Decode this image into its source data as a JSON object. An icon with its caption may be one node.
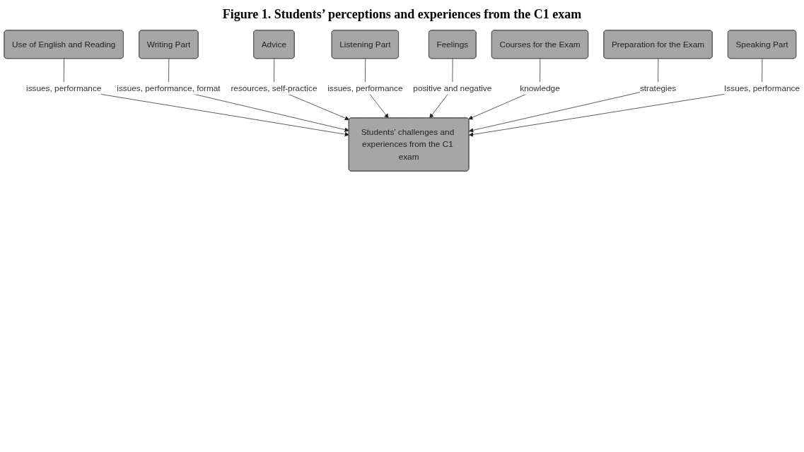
{
  "diagram": {
    "title": "Figure 1. Students’ perceptions and experiences from the C1 exam",
    "nodes": [
      {
        "text": [
          "Use of English and Reading"
        ]
      },
      {
        "text": [
          "Writing Part"
        ]
      },
      {
        "text": [
          "Advice"
        ]
      },
      {
        "text": [
          "Listening Part"
        ]
      },
      {
        "text": [
          "Feelings"
        ]
      },
      {
        "text": [
          "Students’ challenges and experiences from the C1 exam"
        ]
      },
      {
        "text": [
          "Courses for the Exam"
        ]
      },
      {
        "text": [
          "Preparation for the Exam"
        ]
      },
      {
        "text": [
          "Speaking Part"
        ]
      }
    ],
    "edges": [
      {
        "from": 0,
        "to": 5,
        "arrow": "to",
        "label": "issues, performance"
      },
      {
        "from": 1,
        "to": 5,
        "arrow": "to",
        "label": "issues, performance, format"
      },
      {
        "from": 2,
        "to": 5,
        "arrow": "to",
        "label": "resources, self-practice"
      },
      {
        "from": 3,
        "to": 5,
        "arrow": "to",
        "label": "issues, performance"
      },
      {
        "from": 4,
        "to": 5,
        "arrow": "to",
        "label": "positive and negative"
      },
      {
        "from": 6,
        "to": 5,
        "arrow": "to",
        "label": "knowledge"
      },
      {
        "from": 7,
        "to": 5,
        "arrow": "to",
        "label": "strategies"
      },
      {
        "from": 8,
        "to": 5,
        "arrow": "to",
        "label": "Issues, performance"
      }
    ]
  }
}
